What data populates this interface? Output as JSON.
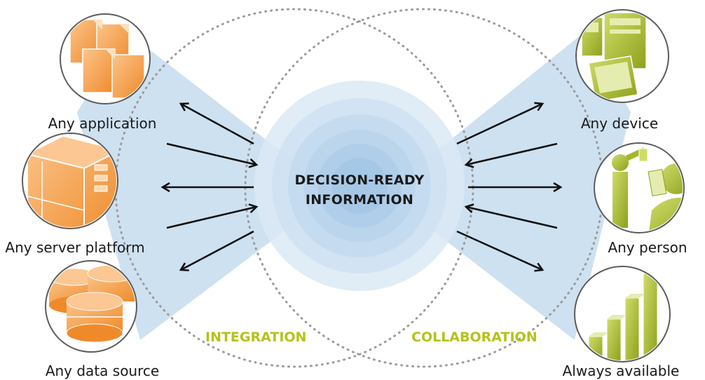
{
  "center": {
    "line1": "DECISION-READY",
    "line2": "INFORMATION"
  },
  "zones": {
    "left": "INTEGRATION",
    "right": "COLLABORATION"
  },
  "left_items": [
    {
      "label": "Any application",
      "icon": "documents-icon"
    },
    {
      "label": "Any server platform",
      "icon": "server-icon"
    },
    {
      "label": "Any data source",
      "icon": "database-icon"
    }
  ],
  "right_items": [
    {
      "label": "Any device",
      "icon": "devices-icon"
    },
    {
      "label": "Any person",
      "icon": "people-icon"
    },
    {
      "label": "Always available",
      "icon": "bar-chart-icon"
    }
  ],
  "colors": {
    "zone_text": "#b5c21a",
    "beam": "#c9def0",
    "ripple": "#b8d4ec",
    "orange": "#f39a3c",
    "green": "#a4b82a",
    "dotted": "#9a9a9a"
  }
}
